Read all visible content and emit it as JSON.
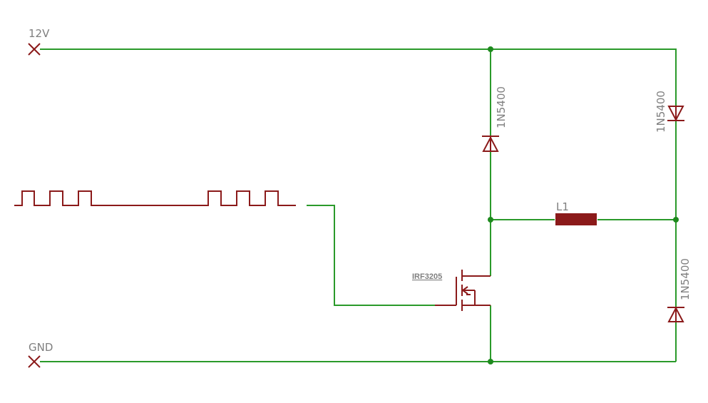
{
  "nets": {
    "supply_label": "12V",
    "ground_label": "GND"
  },
  "components": {
    "d1_label": "1N5400",
    "d2_label": "1N5400",
    "d3_label": "1N5400",
    "inductor_label": "L1",
    "mosfet_label": "IRF3205"
  },
  "colors": {
    "wire": "#2a9a2a",
    "node": "#1e8a1e",
    "part": "#8b1a1a",
    "label": "#7f7f7f"
  }
}
